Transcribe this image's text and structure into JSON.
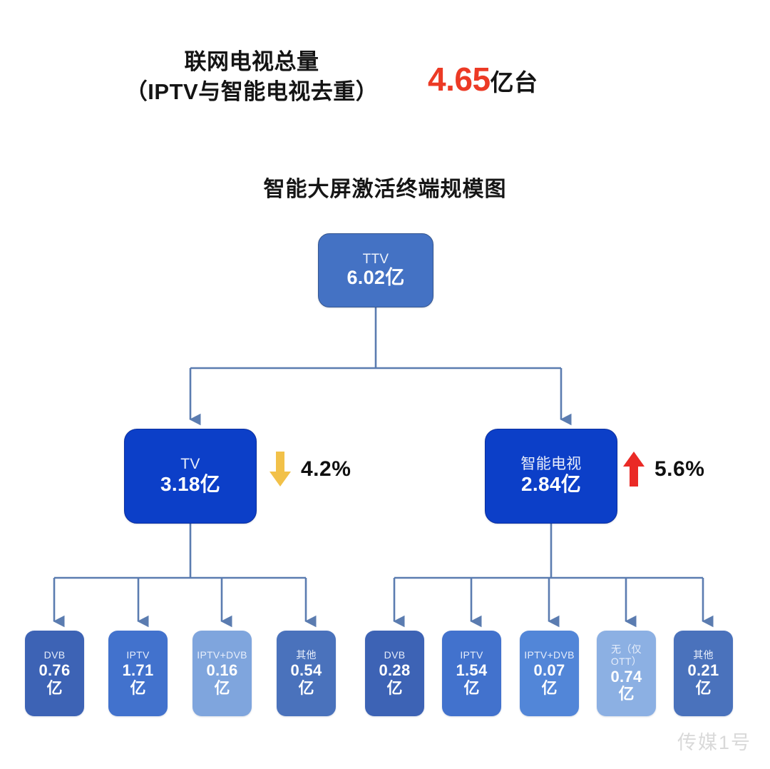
{
  "header": {
    "label_line1": "联网电视总量",
    "label_line2": "（IPTV与智能电视去重）",
    "value": "4.65",
    "value_unit": "亿台"
  },
  "chart_title": "智能大屏激活终端规模图",
  "watermark": "传媒1号",
  "colors": {
    "root": "#4472c4",
    "mid": "#0c3fc8",
    "connector": "#5b7cb0",
    "down_arrow": "#f2c149",
    "up_arrow": "#ea2a26",
    "value_red": "#ec3a25",
    "leaf_dark": "#3d63b5",
    "leaf_medium": "#4272cd",
    "leaf_light": "#7fa5dd",
    "leaf_slate": "#4a72bc"
  },
  "deltas": {
    "tv": {
      "direction": "down",
      "icon": "down-arrow-icon",
      "value": "4.2%"
    },
    "smart_tv": {
      "direction": "up",
      "icon": "up-arrow-icon",
      "value": "5.6%"
    }
  },
  "chart_data": {
    "type": "tree",
    "title": "智能大屏激活终端规模图",
    "unit": "亿",
    "root": {
      "label": "TTV",
      "value": 6.02,
      "value_text": "6.02亿"
    },
    "children": [
      {
        "label": "TV",
        "value": 3.18,
        "value_text": "3.18亿",
        "change": "-4.2%",
        "children": [
          {
            "label": "DVB",
            "value": 0.76,
            "value_text": "0.76",
            "unit": "亿"
          },
          {
            "label": "IPTV",
            "value": 1.71,
            "value_text": "1.71",
            "unit": "亿"
          },
          {
            "label": "IPTV+DVB",
            "value": 0.16,
            "value_text": "0.16",
            "unit": "亿"
          },
          {
            "label": "其他",
            "value": 0.54,
            "value_text": "0.54",
            "unit": "亿"
          }
        ]
      },
      {
        "label": "智能电视",
        "value": 2.84,
        "value_text": "2.84亿",
        "change": "+5.6%",
        "children": [
          {
            "label": "DVB",
            "value": 0.28,
            "value_text": "0.28",
            "unit": "亿"
          },
          {
            "label": "IPTV",
            "value": 1.54,
            "value_text": "1.54",
            "unit": "亿"
          },
          {
            "label": "IPTV+DVB",
            "value": 0.07,
            "value_text": "0.07",
            "unit": "亿"
          },
          {
            "label": "无（仅OTT）",
            "value": 0.74,
            "value_text": "0.74",
            "unit": "亿"
          },
          {
            "label": "其他",
            "value": 0.21,
            "value_text": "0.21",
            "unit": "亿"
          }
        ]
      }
    ],
    "summary": {
      "label": "联网电视总量（IPTV与智能电视去重）",
      "value": 4.65,
      "unit": "亿台"
    }
  },
  "nodes": {
    "root": {
      "label": "TTV",
      "value": "6.02亿"
    },
    "tv": {
      "label": "TV",
      "value": "3.18亿"
    },
    "smart_tv": {
      "label": "智能电视",
      "value": "2.84亿"
    },
    "tv_leaves": [
      {
        "label": "DVB",
        "value": "0.76",
        "unit": "亿"
      },
      {
        "label": "IPTV",
        "value": "1.71",
        "unit": "亿"
      },
      {
        "label": "IPTV+DVB",
        "value": "0.16",
        "unit": "亿"
      },
      {
        "label": "其他",
        "value": "0.54",
        "unit": "亿"
      }
    ],
    "smart_leaves": [
      {
        "label": "DVB",
        "value": "0.28",
        "unit": "亿"
      },
      {
        "label": "IPTV",
        "value": "1.54",
        "unit": "亿"
      },
      {
        "label": "IPTV+DVB",
        "value": "0.07",
        "unit": "亿"
      },
      {
        "label": "无（仅OTT）",
        "value": "0.74",
        "unit": "亿"
      },
      {
        "label": "其他",
        "value": "0.21",
        "unit": "亿"
      }
    ]
  }
}
